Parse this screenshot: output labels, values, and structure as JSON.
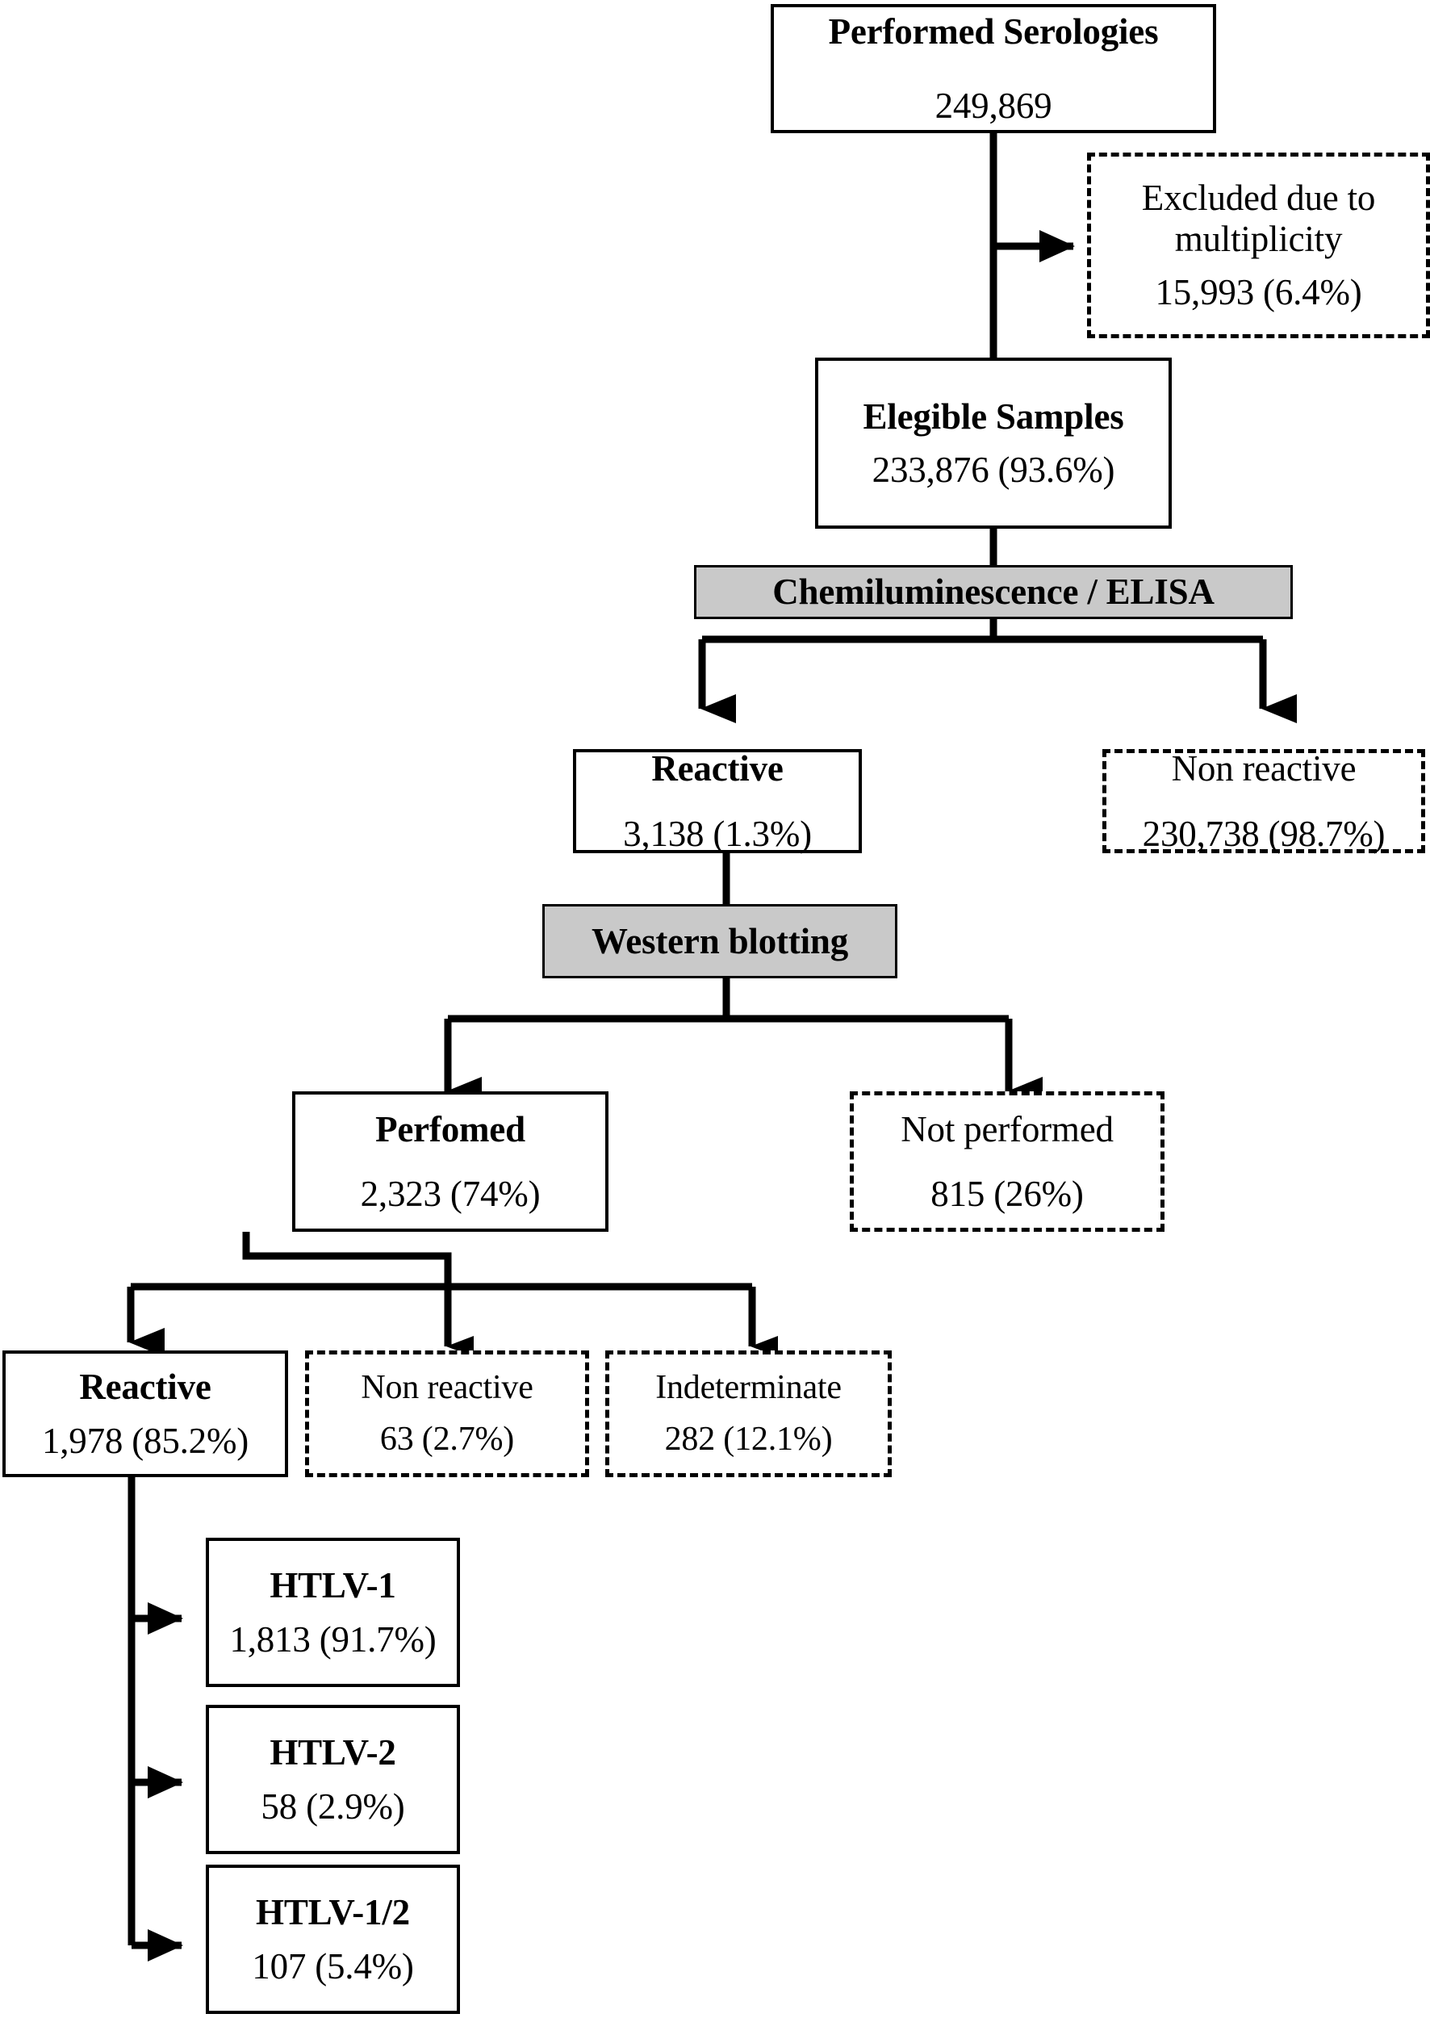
{
  "diagram": {
    "type": "flowchart",
    "title": "HTLV serology screening flow",
    "colors": {
      "line": "#000000",
      "process_fill": "#c9c9c9",
      "box_fill": "#ffffff",
      "text": "#000000"
    },
    "nodes": [
      {
        "id": "performed-serologies",
        "title": "Performed Serologies",
        "value": "249,869",
        "style": "solid",
        "title_bold": true
      },
      {
        "id": "excluded-multiplicity",
        "title": "Excluded due  to multiplicity",
        "value": "15,993 (6.4%)",
        "style": "dashed",
        "title_bold": false
      },
      {
        "id": "elegible-samples",
        "title": "Elegible Samples",
        "value": "233,876 (93.6%)",
        "style": "solid",
        "title_bold": true
      },
      {
        "id": "chemiluminescence-elisa",
        "title": "Chemiluminescence / ELISA",
        "value": "",
        "style": "process",
        "title_bold": true
      },
      {
        "id": "reactive-elisa",
        "title": "Reactive",
        "value": "3,138 (1.3%)",
        "style": "solid",
        "title_bold": true
      },
      {
        "id": "non-reactive-elisa",
        "title": "Non reactive",
        "value": "230,738 (98.7%)",
        "style": "dashed",
        "title_bold": false
      },
      {
        "id": "western-blotting",
        "title": "Western blotting",
        "value": "",
        "style": "process",
        "title_bold": true
      },
      {
        "id": "wb-performed",
        "title": "Perfomed",
        "value": "2,323 (74%)",
        "style": "solid",
        "title_bold": true
      },
      {
        "id": "wb-not-performed",
        "title": "Not performed",
        "value": "815 (26%)",
        "style": "dashed",
        "title_bold": false
      },
      {
        "id": "wb-reactive",
        "title": "Reactive",
        "value": "1,978 (85.2%)",
        "style": "solid",
        "title_bold": true
      },
      {
        "id": "wb-non-reactive",
        "title": "Non reactive",
        "value": "63 (2.7%)",
        "style": "dashed",
        "title_bold": false
      },
      {
        "id": "wb-indeterminate",
        "title": "Indeterminate",
        "value": "282 (12.1%)",
        "style": "dashed",
        "title_bold": false
      },
      {
        "id": "htlv-1",
        "title": "HTLV-1",
        "value": "1,813 (91.7%)",
        "style": "solid",
        "title_bold": true
      },
      {
        "id": "htlv-2",
        "title": "HTLV-2",
        "value": "58 (2.9%)",
        "style": "solid",
        "title_bold": true
      },
      {
        "id": "htlv-1-2",
        "title": "HTLV-1/2",
        "value": "107 (5.4%)",
        "style": "solid",
        "title_bold": true
      }
    ],
    "edges": [
      {
        "from": "performed-serologies",
        "to": "excluded-multiplicity",
        "direction": "right"
      },
      {
        "from": "performed-serologies",
        "to": "elegible-samples",
        "direction": "down"
      },
      {
        "from": "elegible-samples",
        "to": "chemiluminescence-elisa",
        "direction": "down"
      },
      {
        "from": "chemiluminescence-elisa",
        "to": "reactive-elisa",
        "direction": "down-left"
      },
      {
        "from": "chemiluminescence-elisa",
        "to": "non-reactive-elisa",
        "direction": "down-right"
      },
      {
        "from": "reactive-elisa",
        "to": "western-blotting",
        "direction": "down"
      },
      {
        "from": "western-blotting",
        "to": "wb-performed",
        "direction": "down-left"
      },
      {
        "from": "western-blotting",
        "to": "wb-not-performed",
        "direction": "down-right"
      },
      {
        "from": "wb-performed",
        "to": "wb-reactive",
        "direction": "down-left"
      },
      {
        "from": "wb-performed",
        "to": "wb-non-reactive",
        "direction": "down"
      },
      {
        "from": "wb-performed",
        "to": "wb-indeterminate",
        "direction": "down-right"
      },
      {
        "from": "wb-reactive",
        "to": "htlv-1",
        "direction": "right"
      },
      {
        "from": "wb-reactive",
        "to": "htlv-2",
        "direction": "right"
      },
      {
        "from": "wb-reactive",
        "to": "htlv-1-2",
        "direction": "right"
      }
    ]
  }
}
